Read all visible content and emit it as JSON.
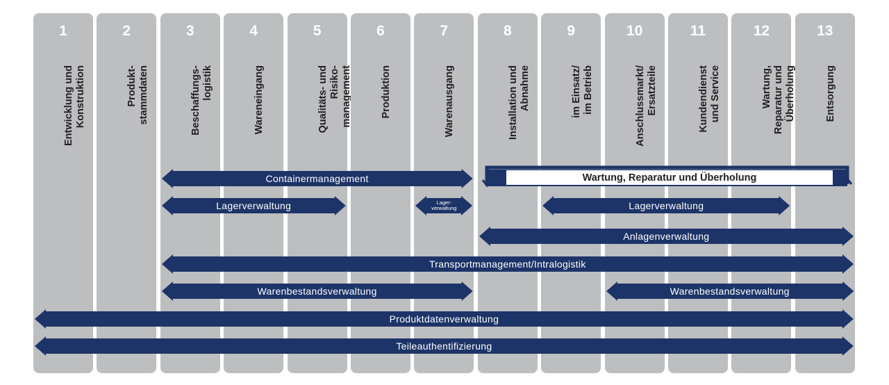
{
  "columns": [
    {
      "num": "1",
      "lines": [
        "Entwicklung und",
        "Konstruktion"
      ]
    },
    {
      "num": "2",
      "lines": [
        "Produkt-",
        "stammdaten"
      ]
    },
    {
      "num": "3",
      "lines": [
        "Beschaffungs-",
        "logistik"
      ]
    },
    {
      "num": "4",
      "lines": [
        "Wareneingang"
      ]
    },
    {
      "num": "5",
      "lines": [
        "Qualitäts- und",
        "Risiko-",
        "management"
      ]
    },
    {
      "num": "6",
      "lines": [
        "Produktion"
      ]
    },
    {
      "num": "7",
      "lines": [
        "Warenausgang"
      ]
    },
    {
      "num": "8",
      "lines": [
        "Installation und",
        "Abnahme"
      ]
    },
    {
      "num": "9",
      "lines": [
        "im Einsatz/",
        "im Betrieb"
      ]
    },
    {
      "num": "10",
      "lines": [
        "Anschlussmarkt/",
        "Ersatzteile"
      ]
    },
    {
      "num": "11",
      "lines": [
        "Kundendienst",
        "und Service"
      ]
    },
    {
      "num": "12",
      "lines": [
        "Wartung,",
        "Reparatur und",
        "Überholung"
      ]
    },
    {
      "num": "13",
      "lines": [
        "Entsorgung"
      ]
    }
  ],
  "bars": [
    {
      "label": "Containermanagement",
      "from": 3,
      "to": 7,
      "row": 0
    },
    {
      "label": "Lagerverwaltung",
      "from": 3,
      "to": 5,
      "row": 1
    },
    {
      "label": "Lager-\nverwaltung",
      "from": 7,
      "to": 7,
      "row": 1,
      "small": true
    },
    {
      "label": "Lagerverwaltung",
      "from": 9,
      "to": 12,
      "row": 1
    },
    {
      "label": "Anlagenverwaltung",
      "from": 8,
      "to": 13,
      "row": 2
    },
    {
      "label": "Transportmanagement/Intralogistik",
      "from": 3,
      "to": 13,
      "row": 3
    },
    {
      "label": "Warenbestandsverwaltung",
      "from": 3,
      "to": 7,
      "row": 4
    },
    {
      "label": "Warenbestandsverwaltung",
      "from": 10,
      "to": 13,
      "row": 4
    },
    {
      "label": "Produktdatenverwaltung",
      "from": 1,
      "to": 13,
      "row": 5
    },
    {
      "label": "Teileauthentifizierung",
      "from": 1,
      "to": 13,
      "row": 6
    }
  ],
  "maintenance": {
    "label": "Wartung, Reparatur und Überholung",
    "from": 8,
    "to": 13
  },
  "colors": {
    "column": "#bcbec0",
    "arrow": "#1d3468",
    "number": "#ffffff",
    "label": "#231f20"
  }
}
